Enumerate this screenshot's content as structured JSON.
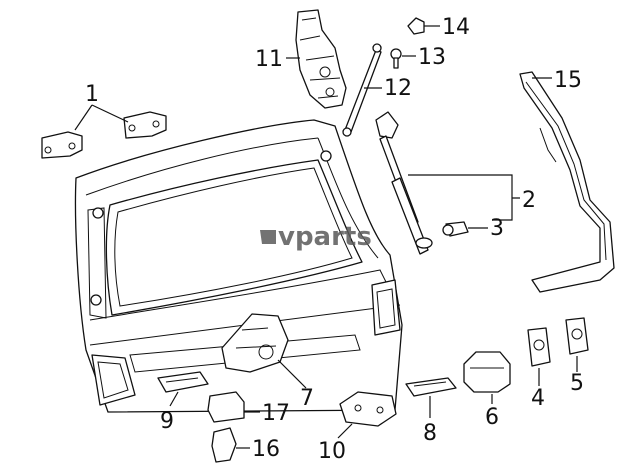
{
  "watermark": {
    "text": "vparts",
    "colors": {
      "text": "#5a5a5a"
    }
  },
  "parts": [
    {
      "id": "p1",
      "label": "1"
    },
    {
      "id": "p2",
      "label": "2"
    },
    {
      "id": "p3",
      "label": "3"
    },
    {
      "id": "p4",
      "label": "4"
    },
    {
      "id": "p5",
      "label": "5"
    },
    {
      "id": "p6",
      "label": "6"
    },
    {
      "id": "p7",
      "label": "7"
    },
    {
      "id": "p8",
      "label": "8"
    },
    {
      "id": "p9",
      "label": "9"
    },
    {
      "id": "p10",
      "label": "10"
    },
    {
      "id": "p11",
      "label": "11"
    },
    {
      "id": "p12",
      "label": "12"
    },
    {
      "id": "p13",
      "label": "13"
    },
    {
      "id": "p14",
      "label": "14"
    },
    {
      "id": "p15",
      "label": "15"
    },
    {
      "id": "p16",
      "label": "16"
    },
    {
      "id": "p17",
      "label": "17"
    }
  ],
  "colors": {
    "line": "#111111",
    "background": "#ffffff"
  }
}
